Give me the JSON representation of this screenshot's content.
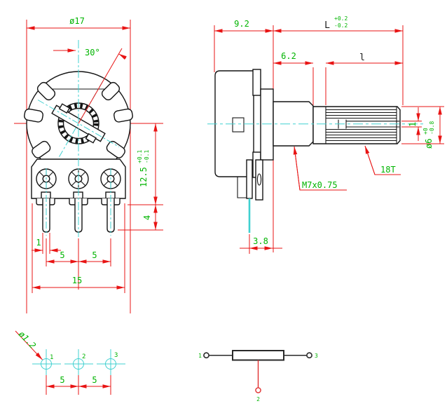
{
  "drawing": {
    "front": {
      "dia": "ø17",
      "angle": "30°",
      "height": "12.5",
      "height_tol_plus": "+0.1",
      "height_tol_minus": "-0.1",
      "pin_exposed": "4",
      "pin_width": "1",
      "pitch_a": "5",
      "pitch_b": "5",
      "total_width": "15"
    },
    "side": {
      "depth": "9.2",
      "shaft_len": "L",
      "shaft_len_tol_plus": "+0.2",
      "shaft_len_tol_minus": "-0.2",
      "bush_len": "6.2",
      "knurl_len": "l",
      "slot_width": "1",
      "shaft_dia": "ø6",
      "shaft_dia_tol_plus": "+0",
      "shaft_dia_tol_minus": "-0.8",
      "thread": "M7x0.75",
      "knurl_teeth": "18T",
      "pin_offset": "3.8"
    },
    "layout": {
      "hole_dia": "ø1.2",
      "pin1": "1",
      "pin2": "2",
      "pin3": "3",
      "pitch_a": "5",
      "pitch_b": "5"
    },
    "schematic": {
      "t1": "1",
      "t2": "2",
      "t3": "3"
    }
  },
  "colors": {
    "dimension_red": "#e81414",
    "text_green": "#00b400",
    "centerline_cyan": "#40d0d0",
    "object_black": "#141414"
  }
}
